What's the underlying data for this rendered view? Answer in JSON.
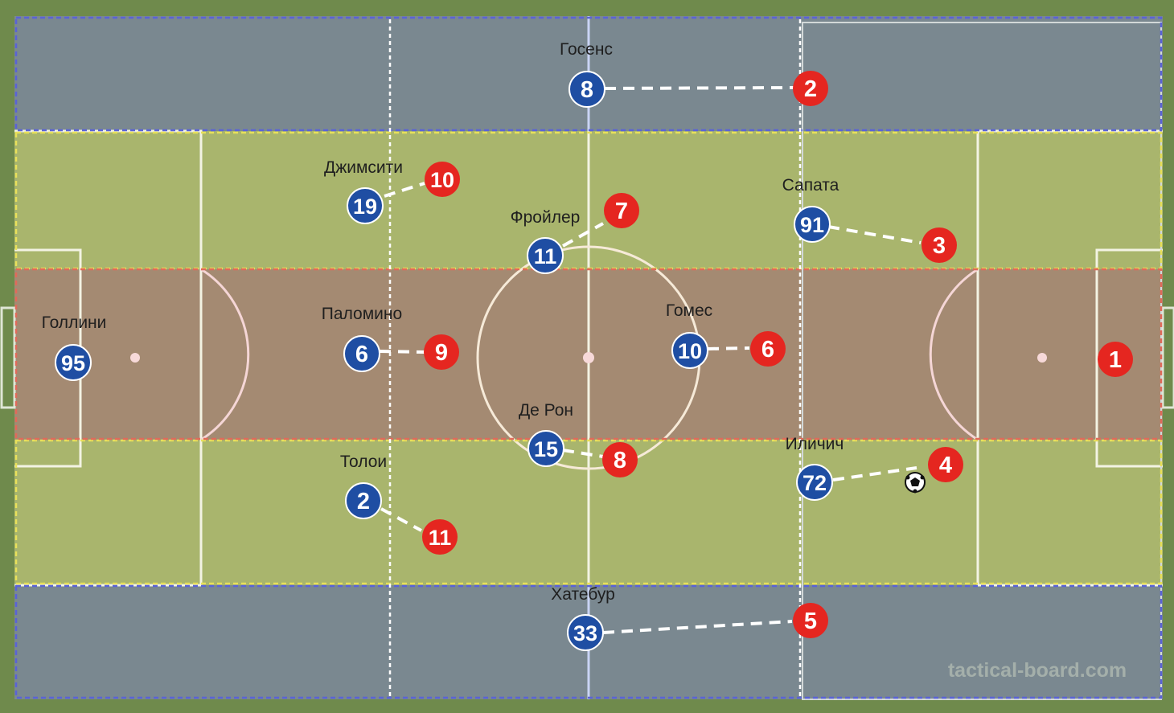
{
  "watermark": "tactical-board.com",
  "colors": {
    "background": "#6f8a4c",
    "wing_zone": "#7a8890",
    "half_space_zone": "#a9b56d",
    "central_zone": "#a48a72",
    "blue_team": "#1f4ea3",
    "red_team": "#e52620"
  },
  "ball_icon": "football-icon",
  "blue_players": [
    {
      "number": "95",
      "name": "Голлини"
    },
    {
      "number": "8",
      "name": "Госенс"
    },
    {
      "number": "19",
      "name": "Джимсити"
    },
    {
      "number": "11",
      "name": "Фройлер"
    },
    {
      "number": "91",
      "name": "Сапата"
    },
    {
      "number": "6",
      "name": "Паломино"
    },
    {
      "number": "10",
      "name": "Гомес"
    },
    {
      "number": "15",
      "name": "Де Рон"
    },
    {
      "number": "72",
      "name": "Иличич"
    },
    {
      "number": "2",
      "name": "Толои"
    },
    {
      "number": "33",
      "name": "Хатебур"
    }
  ],
  "red_players": [
    {
      "number": "2"
    },
    {
      "number": "10"
    },
    {
      "number": "7"
    },
    {
      "number": "3"
    },
    {
      "number": "9"
    },
    {
      "number": "6"
    },
    {
      "number": "1"
    },
    {
      "number": "8"
    },
    {
      "number": "4"
    },
    {
      "number": "11"
    },
    {
      "number": "5"
    }
  ]
}
